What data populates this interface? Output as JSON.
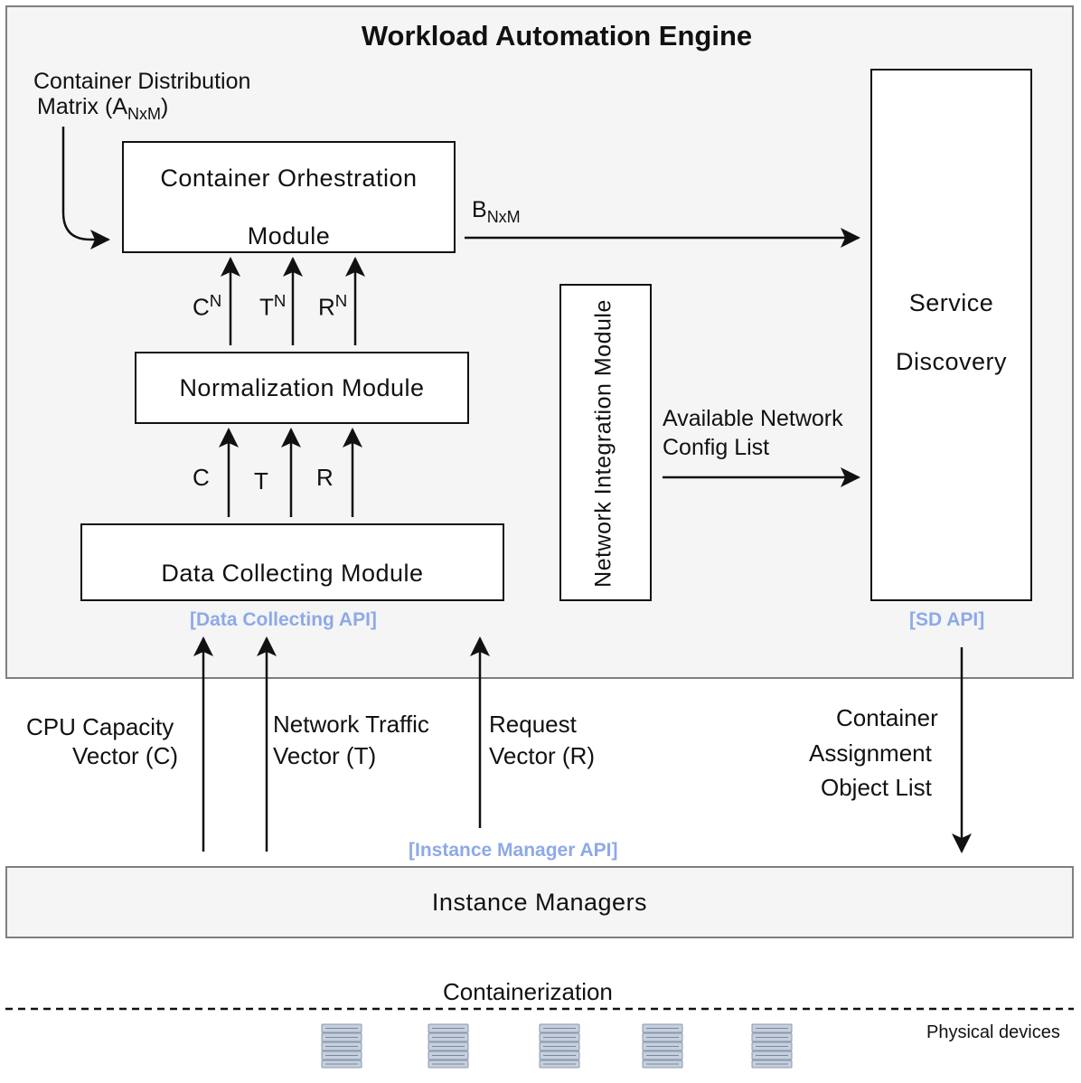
{
  "engine": {
    "title": "Workload Automation Engine",
    "input_label_line1": "Container Distribution",
    "input_label_line2_prefix": "Matrix (A",
    "input_label_line2_sub": "NxM",
    "input_label_line2_suffix": ")"
  },
  "modules": {
    "orchestration_line1": "Container Orhestration",
    "orchestration_line2": "Module",
    "normalization": "Normalization Module",
    "data_collecting": "Data Collecting Module",
    "network_integration": "Network Integration Module",
    "service_discovery_line1": "Service",
    "service_discovery_line2": "Discovery"
  },
  "signals": {
    "b_base": "B",
    "b_sub": "NxM",
    "cn_base": "C",
    "cn_sup": "N",
    "tn_base": "T",
    "tn_sup": "N",
    "rn_base": "R",
    "rn_sup": "N",
    "c": "C",
    "t": "T",
    "r": "R",
    "network_config_line1": "Available Network",
    "network_config_line2": "Config List"
  },
  "apis": {
    "data_collecting": "[Data Collecting API]",
    "sd": "[SD API]",
    "instance_manager": "[Instance Manager API]"
  },
  "vectors": {
    "cpu_line1": "CPU Capacity",
    "cpu_line2": "Vector (C)",
    "traffic_line1": "Network Traffic",
    "traffic_line2": "Vector (T)",
    "request_line1": "Request",
    "request_line2": "Vector (R)",
    "assignment_line1": "Container",
    "assignment_line2": "Assignment",
    "assignment_line3": "Object List"
  },
  "instance_managers": "Instance Managers",
  "containerization": "Containerization",
  "physical_devices": "Physical devices",
  "server_icon": "server-rack-icon",
  "colors": {
    "api_label": "#8ea9e8",
    "panel_fill": "#f5f5f5",
    "panel_border": "#7f7f7f",
    "server": "#9aa7ba"
  }
}
